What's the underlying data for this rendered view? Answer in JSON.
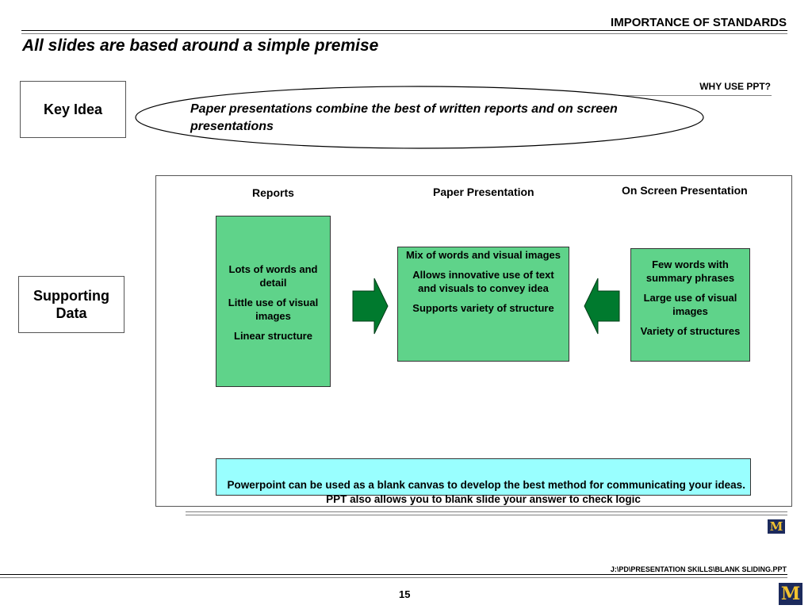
{
  "header": {
    "section_title": "IMPORTANCE OF STANDARDS",
    "slide_title": "All slides are based around a simple premise"
  },
  "key_idea": {
    "label": "Key Idea",
    "tag": "WHY USE PPT?",
    "statement": "Paper presentations combine the best of written reports and on screen presentations"
  },
  "supporting": {
    "label": "Supporting Data",
    "columns": {
      "reports": {
        "title": "Reports",
        "points": [
          "Lots of words and detail",
          "Little use of visual images",
          "Linear structure"
        ]
      },
      "paper": {
        "title": "Paper Presentation",
        "points": [
          "Mix of words and visual images",
          "Allows innovative use of text and visuals to convey idea",
          "Supports variety of structure"
        ]
      },
      "screen": {
        "title": "On Screen Presentation",
        "points": [
          "Few words with summary phrases",
          "Large use of visual images",
          "Variety of structures"
        ]
      }
    },
    "conclusion": "Powerpoint can be used as a blank canvas to develop the best method for communicating your ideas.    PPT also allows you to blank slide your answer to check logic"
  },
  "footer": {
    "file_path": "J:\\PD\\PRESENTATION SKILLS\\BLANK SLIDING.PPT",
    "page_number": "15",
    "logo_letter": "M"
  },
  "colors": {
    "box_green": "#5fd38a",
    "arrow_green": "#007a2e",
    "conclusion_cyan": "#99ffff",
    "logo_blue": "#1c2a5c",
    "logo_maize": "#f2c230"
  }
}
